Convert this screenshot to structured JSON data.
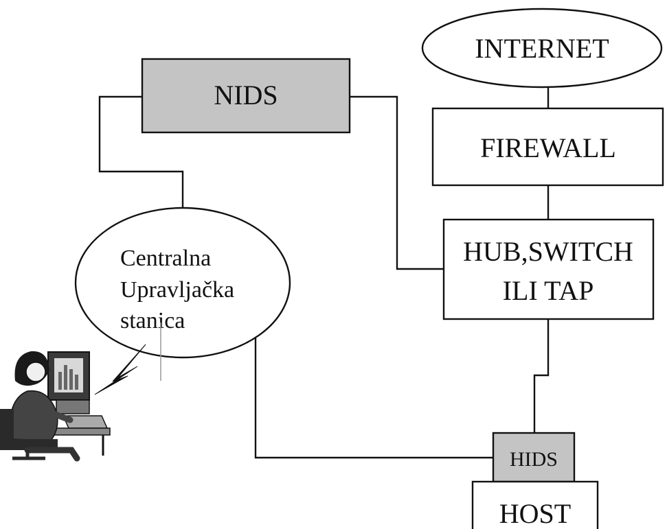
{
  "diagram": {
    "nodes": {
      "internet": {
        "label": "INTERNET",
        "shape": "ellipse"
      },
      "firewall": {
        "label": "FIREWALL",
        "shape": "box"
      },
      "hub": {
        "lines": [
          "HUB,SWITCH",
          "ILI TAP"
        ],
        "shape": "box"
      },
      "nids": {
        "label": "NIDS",
        "shape": "box",
        "fill": "#c4c4c4"
      },
      "station": {
        "lines": [
          "Centralna",
          "Upravljačka",
          "stanica"
        ],
        "shape": "ellipse"
      },
      "hids": {
        "label": "HIDS",
        "shape": "box",
        "fill": "#c4c4c4"
      },
      "host": {
        "label": "HOST",
        "shape": "box"
      }
    },
    "connections": [
      {
        "from": "internet",
        "to": "firewall"
      },
      {
        "from": "firewall",
        "to": "hub"
      },
      {
        "from": "nids",
        "to": "hub"
      },
      {
        "from": "nids",
        "to": "station"
      },
      {
        "from": "hub",
        "to": "hids"
      },
      {
        "from": "station",
        "to": "hids"
      },
      {
        "from": "operator",
        "to": "station",
        "style": "lightning"
      }
    ],
    "operator": {
      "icon": "operator-at-computer-icon"
    },
    "colors": {
      "line": "#111111",
      "shaded_box": "#c4c4c4",
      "background": "#ffffff"
    }
  }
}
